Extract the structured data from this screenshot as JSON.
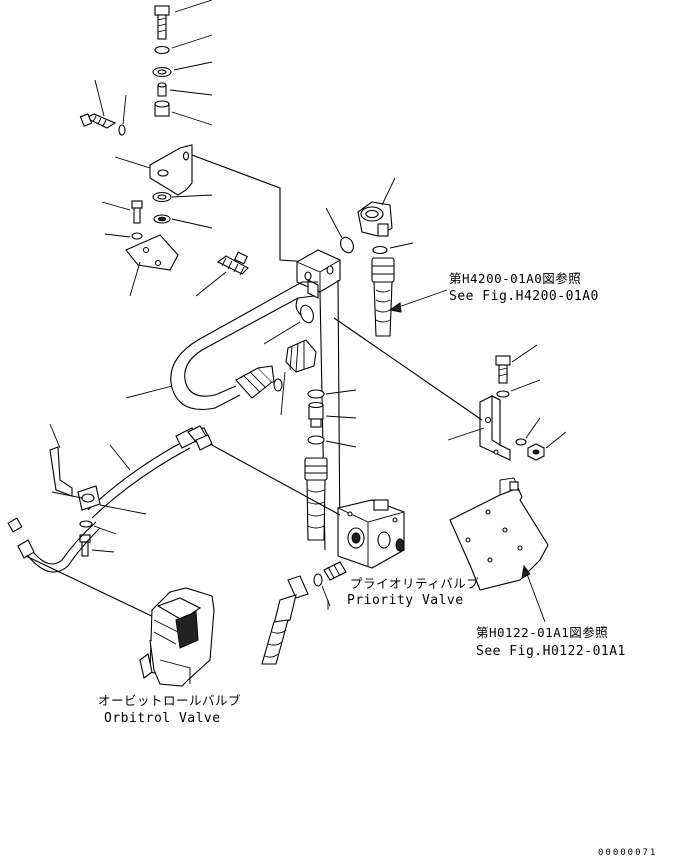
{
  "labels": {
    "ref_h4200_jp": "第H4200-01A0図参照",
    "ref_h4200_en": "See Fig.H4200-01A0",
    "priority_jp": "プライオリティバルブ",
    "priority_en": "Priority Valve",
    "ref_h0122_jp": "第H0122-01A1図参照",
    "ref_h0122_en": "See Fig.H0122-01A1",
    "orbitrol_jp": "オービットロールバルブ",
    "orbitrol_en": "Orbitrol Valve"
  },
  "drawing_code": "00000071"
}
